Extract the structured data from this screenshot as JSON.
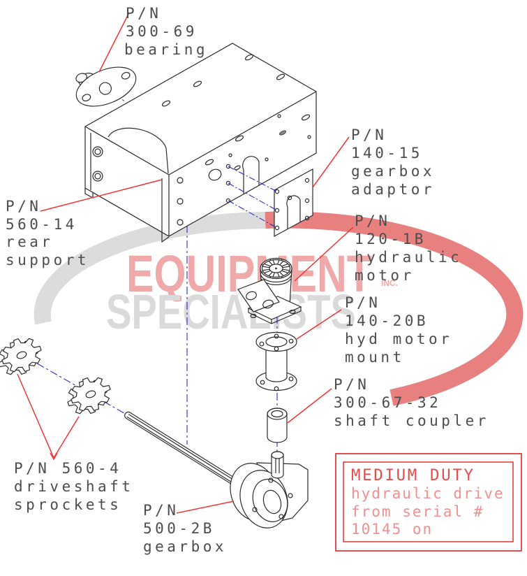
{
  "watermark": {
    "word1": "EQUIPMENT",
    "inc": "INC.",
    "word2": "SPECIALISTS",
    "word1_color": "#f0a9a9",
    "word2_color": "#dadada",
    "swoosh_gray": "#dcdcdc",
    "swoosh_red": "#e98080"
  },
  "labels": {
    "bearing": {
      "lines": [
        "P/N",
        "300-69",
        "bearing"
      ]
    },
    "gearbox_adaptor": {
      "lines": [
        "P/N",
        "140-15",
        "gearbox",
        "adaptor"
      ]
    },
    "rear_support": {
      "lines": [
        "P/N",
        "560-14",
        "rear",
        "support"
      ]
    },
    "hydraulic_motor": {
      "lines": [
        "P/N",
        "120-1B",
        "hydraulic",
        "motor"
      ]
    },
    "hyd_motor_mount": {
      "lines": [
        "P/N",
        "140-20B",
        "hyd motor",
        "mount"
      ]
    },
    "shaft_coupler": {
      "lines": [
        "P/N",
        "300-67-32",
        "shaft coupler"
      ]
    },
    "driveshaft_sprockets": {
      "lines": [
        "P/N 560-4",
        "driveshaft",
        "sprockets"
      ]
    },
    "gearbox": {
      "lines": [
        "P/N",
        "500-2B",
        "gearbox"
      ]
    }
  },
  "note_box": {
    "title": "MEDIUM DUTY",
    "lines": [
      "hydraulic drive",
      "from serial #",
      "10145 on"
    ],
    "border_color": "#e02424",
    "title_color": "#e84b4b",
    "body_color": "#f09090"
  },
  "colors": {
    "line": "#2b2b2b",
    "leader_red": "#f23434",
    "centerline_blue": "#2a2acc",
    "label_gray": "#4d4d4d"
  }
}
